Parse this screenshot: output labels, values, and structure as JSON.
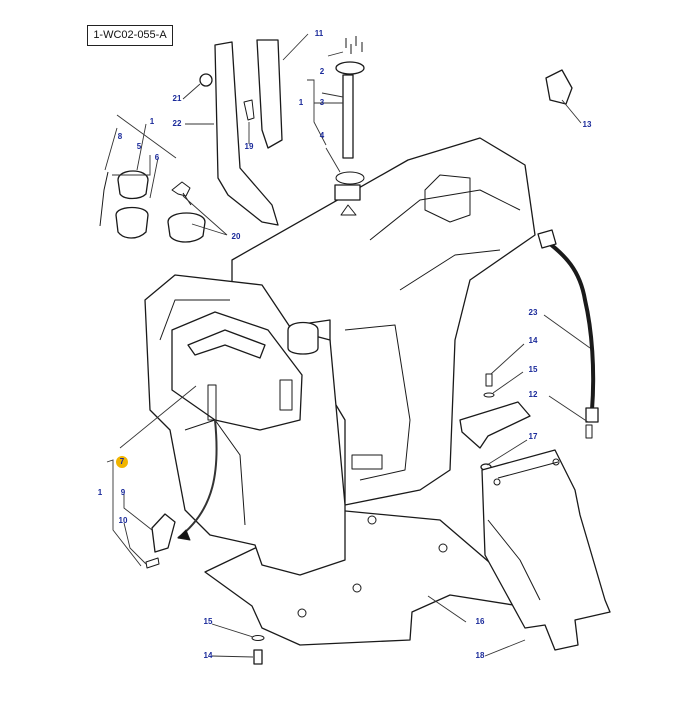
{
  "diagram": {
    "reference_code": "1-WC02-055-A",
    "highlight_color": "#f0b400",
    "callout_color": "#1a2a9a",
    "callouts": [
      {
        "id": "c-11",
        "label": "11"
      },
      {
        "id": "c-2",
        "label": "2"
      },
      {
        "id": "c-1-top",
        "label": "1"
      },
      {
        "id": "c-3",
        "label": "3"
      },
      {
        "id": "c-4",
        "label": "4"
      },
      {
        "id": "c-13",
        "label": "13"
      },
      {
        "id": "c-21",
        "label": "21"
      },
      {
        "id": "c-22",
        "label": "22"
      },
      {
        "id": "c-19",
        "label": "19"
      },
      {
        "id": "c-8",
        "label": "8"
      },
      {
        "id": "c-1-left",
        "label": "1"
      },
      {
        "id": "c-5",
        "label": "5"
      },
      {
        "id": "c-6",
        "label": "6"
      },
      {
        "id": "c-20",
        "label": "20"
      },
      {
        "id": "c-23",
        "label": "23"
      },
      {
        "id": "c-14a",
        "label": "14"
      },
      {
        "id": "c-15a",
        "label": "15"
      },
      {
        "id": "c-12",
        "label": "12"
      },
      {
        "id": "c-17",
        "label": "17"
      },
      {
        "id": "c-7",
        "label": "7"
      },
      {
        "id": "c-1-low",
        "label": "1"
      },
      {
        "id": "c-9",
        "label": "9"
      },
      {
        "id": "c-10",
        "label": "10"
      },
      {
        "id": "c-16",
        "label": "16"
      },
      {
        "id": "c-15b",
        "label": "15"
      },
      {
        "id": "c-14b",
        "label": "14"
      },
      {
        "id": "c-18",
        "label": "18"
      }
    ]
  }
}
